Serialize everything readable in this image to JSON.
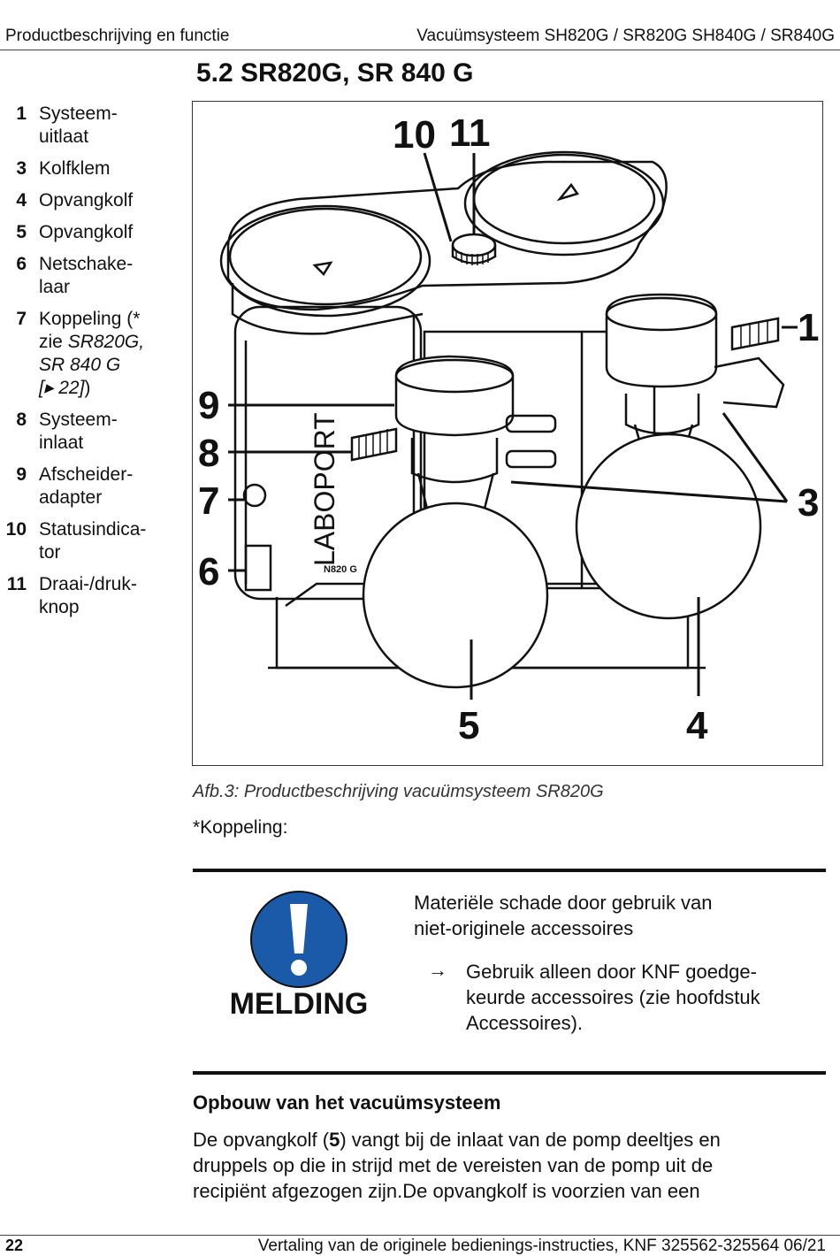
{
  "header": {
    "left": "Productbeschrijving en functie",
    "right": "Vacuümsysteem SH820G / SR820G SH840G / SR840G"
  },
  "section_title": "5.2 SR820G, SR 840 G",
  "legend": [
    {
      "num": "1",
      "text": "Systeem-\nuitlaat"
    },
    {
      "num": "3",
      "text": "Kolfklem"
    },
    {
      "num": "4",
      "text": "Opvangkolf"
    },
    {
      "num": "5",
      "text": "Opvangkolf"
    },
    {
      "num": "6",
      "text": "Netschake-\nlaar"
    },
    {
      "num": "7",
      "text": "Koppeling (*\nzie ",
      "italic": "SR820G,\nSR 840 G\n[▸ 22]",
      "after": ")"
    },
    {
      "num": "8",
      "text": "Systeem-\ninlaat"
    },
    {
      "num": "9",
      "text": "Afscheider-\nadapter"
    },
    {
      "num": "10",
      "text": "Statusindica-\ntor"
    },
    {
      "num": "11",
      "text": "Draai-/druk-\nknop"
    }
  ],
  "figure": {
    "device_label": "LABOPORT",
    "model_label": "N820 G",
    "callouts": {
      "c1": "1",
      "c3": "3",
      "c4": "4",
      "c5": "5",
      "c6": "6",
      "c7": "7",
      "c8": "8",
      "c9": "9",
      "c10": "10",
      "c11": "11"
    }
  },
  "caption": "Afb.3: Productbeschrijving vacuümsysteem SR820G",
  "koppeling_note": "*Koppeling:",
  "notice": {
    "label": "MELDING",
    "heading": "Materiële schade door gebruik van\nniet-originele accessoires",
    "arrow": "→",
    "instruction": "Gebruik alleen door KNF goedge-\nkeurde accessoires (zie hoofdstuk\nAccessoires).",
    "icon_color": "#1a5aa8"
  },
  "subsection_title": "Opbouw van het vacuümsysteem",
  "body": {
    "pre": "De opvangkolf (",
    "bold": "5",
    "post": ") vangt bij de inlaat van de pomp deeltjes en\ndruppels op die in strijd met de vereisten van de pomp uit de\nrecipiënt afgezogen zijn.De opvangkolf is voorzien van een"
  },
  "footer": {
    "page": "22",
    "text": "Vertaling van de originele bedienings-instructies, KNF 325562-325564 06/21"
  }
}
